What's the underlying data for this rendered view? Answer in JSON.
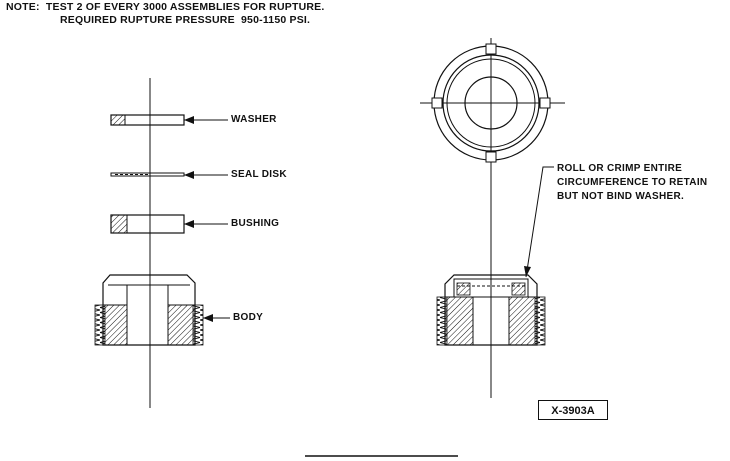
{
  "note": {
    "line1": "NOTE:  TEST 2 OF EVERY 3000 ASSEMBLIES FOR RUPTURE.",
    "line2": "REQUIRED RUPTURE PRESSURE  950-1150 PSI."
  },
  "parts": {
    "washer": "WASHER",
    "seal_disk": "SEAL DISK",
    "bushing": "BUSHING",
    "body": "BODY"
  },
  "callout": {
    "line1": "ROLL OR CRIMP ENTIRE",
    "line2": "CIRCUMFERENCE TO RETAIN",
    "line3": "BUT NOT BIND WASHER."
  },
  "figure_id": "X-3903A",
  "colors": {
    "ink": "#111111",
    "paper": "#ffffff"
  }
}
